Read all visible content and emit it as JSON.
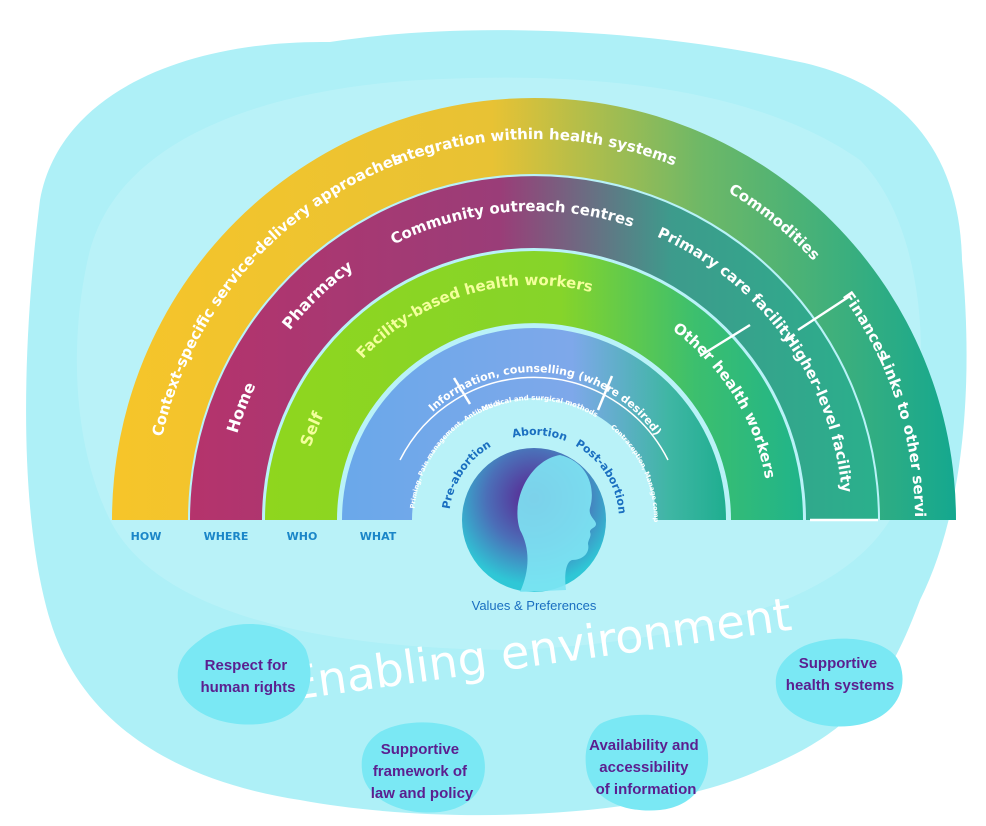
{
  "colors": {
    "background_blob": "#aef0f7",
    "outer_band_start": "#f6c52a",
    "outer_band_end": "#14a88f",
    "where_band_start": "#b5336c",
    "where_band_end": "#2ab08c",
    "who_band_start": "#8fd61e",
    "who_band_end": "#20b48a",
    "what_band_start": "#5aa3e6",
    "what_band_end": "#1fae90",
    "center_circle": "#5b1f8f",
    "text_purple": "#5b1f8f",
    "text_blue": "#1a86c8",
    "bubble": "#7ae8f4"
  },
  "bands": {
    "how": {
      "label": "HOW",
      "items": [
        "Context-specific service-delivery approaches",
        "Integration within health systems",
        "Commodities",
        "Finances",
        "Links to other services"
      ]
    },
    "where": {
      "label": "WHERE",
      "items": [
        "Home",
        "Pharmacy",
        "Community outreach centres",
        "Primary care facility",
        "Higher-level facility"
      ]
    },
    "who": {
      "label": "WHO",
      "items": [
        "Self",
        "Facility-based health workers",
        "Other health workers"
      ]
    },
    "what": {
      "label": "WHAT",
      "outer_text": "Information, counselling (where desired)",
      "left_text": "Priming, Pain management, Antibiotics",
      "middle_text": "Medical and surgical methods",
      "right_text": "Contraception, Manage complications"
    }
  },
  "stages": {
    "pre": "Pre-abortion",
    "abortion": "Abortion",
    "post": "Post-abortion"
  },
  "center": {
    "caption": "Values & Preferences"
  },
  "environment": {
    "title": "Enabling environment",
    "pillars": [
      {
        "line1": "Respect for",
        "line2": "human rights",
        "line3": ""
      },
      {
        "line1": "Supportive",
        "line2": "framework of",
        "line3": "law and policy"
      },
      {
        "line1": "Availability and",
        "line2": "accessibility",
        "line3": "of information"
      },
      {
        "line1": "Supportive",
        "line2": "health systems",
        "line3": ""
      }
    ]
  }
}
